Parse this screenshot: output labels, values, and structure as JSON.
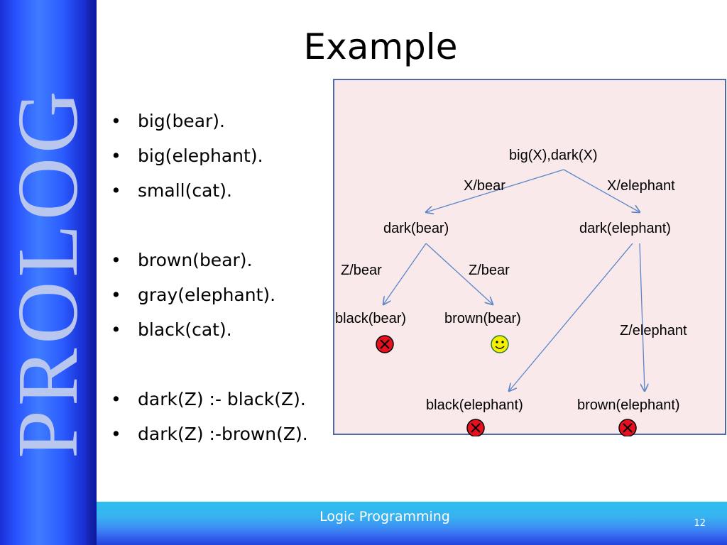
{
  "sidebar": {
    "brand": "PROLOG"
  },
  "slide": {
    "title": "Example",
    "bullets": [
      "big(bear).",
      "big(elephant).",
      "small(cat).",
      "brown(bear).",
      "gray(elephant).",
      "black(cat).",
      "dark(Z) :- black(Z).",
      "dark(Z) :-brown(Z)."
    ],
    "bullet_symbol": "•"
  },
  "diagram": {
    "root": "big(X),dark(X)",
    "edge_x_bear": "X/bear",
    "edge_x_elephant": "X/elephant",
    "dark_bear": "dark(bear)",
    "dark_elephant": "dark(elephant)",
    "edge_z_bear_1": "Z/bear",
    "edge_z_bear_2": "Z/bear",
    "black_bear": "black(bear)",
    "brown_bear": "brown(bear)",
    "edge_z_elephant": "Z/elephant",
    "black_elephant": "black(elephant)",
    "brown_elephant": "brown(elephant)",
    "icons": {
      "fail": "red-cross-icon",
      "success": "smiley-icon"
    },
    "colors": {
      "edge": "#5b86c9",
      "fail": "#e8101f",
      "success": "#f4f000",
      "box_fill": "#f9e9ea",
      "box_border": "#4f6aa5"
    }
  },
  "footer": {
    "title": "Logic Programming",
    "page": "12"
  }
}
